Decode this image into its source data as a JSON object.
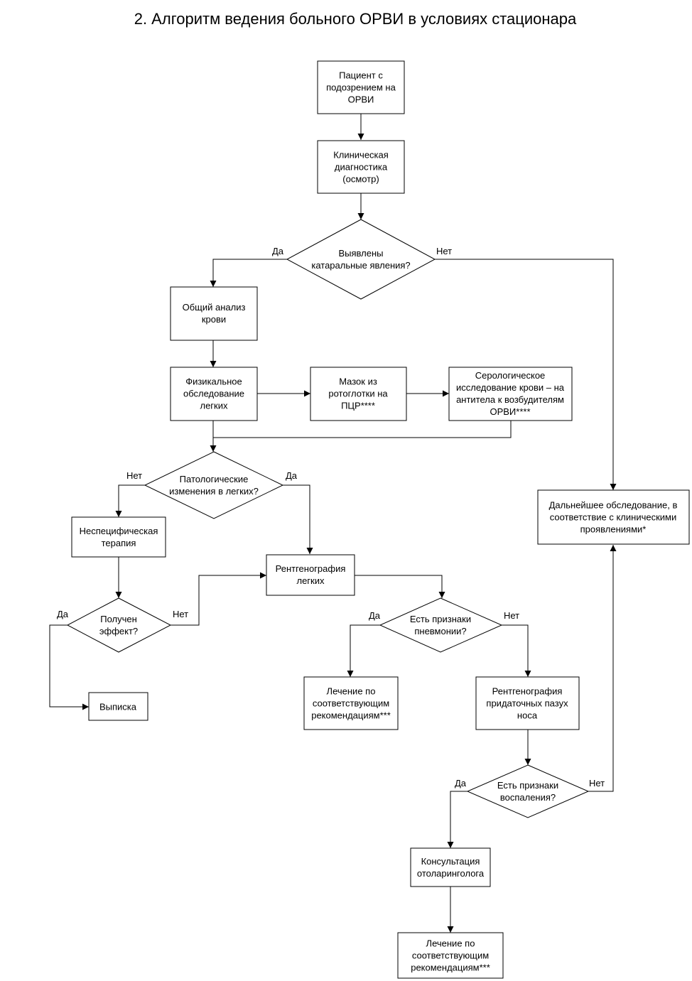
{
  "title": "2. Алгоритм ведения больного ОРВИ в условиях стационара",
  "nodes": {
    "patient": [
      "Пациент с",
      "подозрением на",
      "ОРВИ"
    ],
    "clinical": [
      "Клиническая",
      "диагностика",
      "(осмотр)"
    ],
    "catarrhal": [
      "Выявлены",
      "катаральные явления?"
    ],
    "blood": [
      "Общий анализ",
      "крови"
    ],
    "physical": [
      "Физикальное",
      "обследование",
      "легких"
    ],
    "swab": [
      "Мазок из",
      "ротоглотки на",
      "ПЦР****"
    ],
    "serology": [
      "Серологическое",
      "исследование крови – на",
      "антитела к возбудителям",
      "ОРВИ****"
    ],
    "further": [
      "Дальнейшее обследование, в",
      "соответствие с клиническими",
      "проявлениями*"
    ],
    "patho": [
      "Патологические",
      "изменения в легких?"
    ],
    "nonspecific": [
      "Неспецифическая",
      "терапия"
    ],
    "xray_lungs": [
      "Рентгенография",
      "легких"
    ],
    "effect": [
      "Получен",
      "эффект?"
    ],
    "pneumonia": [
      "Есть признаки",
      "пневмонии?"
    ],
    "discharge": [
      "Выписка"
    ],
    "treat1": [
      "Лечение по",
      "соответствующим",
      "рекомендациям***"
    ],
    "xray_sinus": [
      "Рентгенография",
      "придаточных пазух",
      "носа"
    ],
    "inflam": [
      "Есть признаки",
      "воспаления?"
    ],
    "ent": [
      "Консультация",
      "отоларинголога"
    ],
    "treat2": [
      "Лечение по",
      "соответствующим",
      "рекомендациям***"
    ]
  },
  "labels": {
    "yes": "Да",
    "no": "Нет"
  }
}
